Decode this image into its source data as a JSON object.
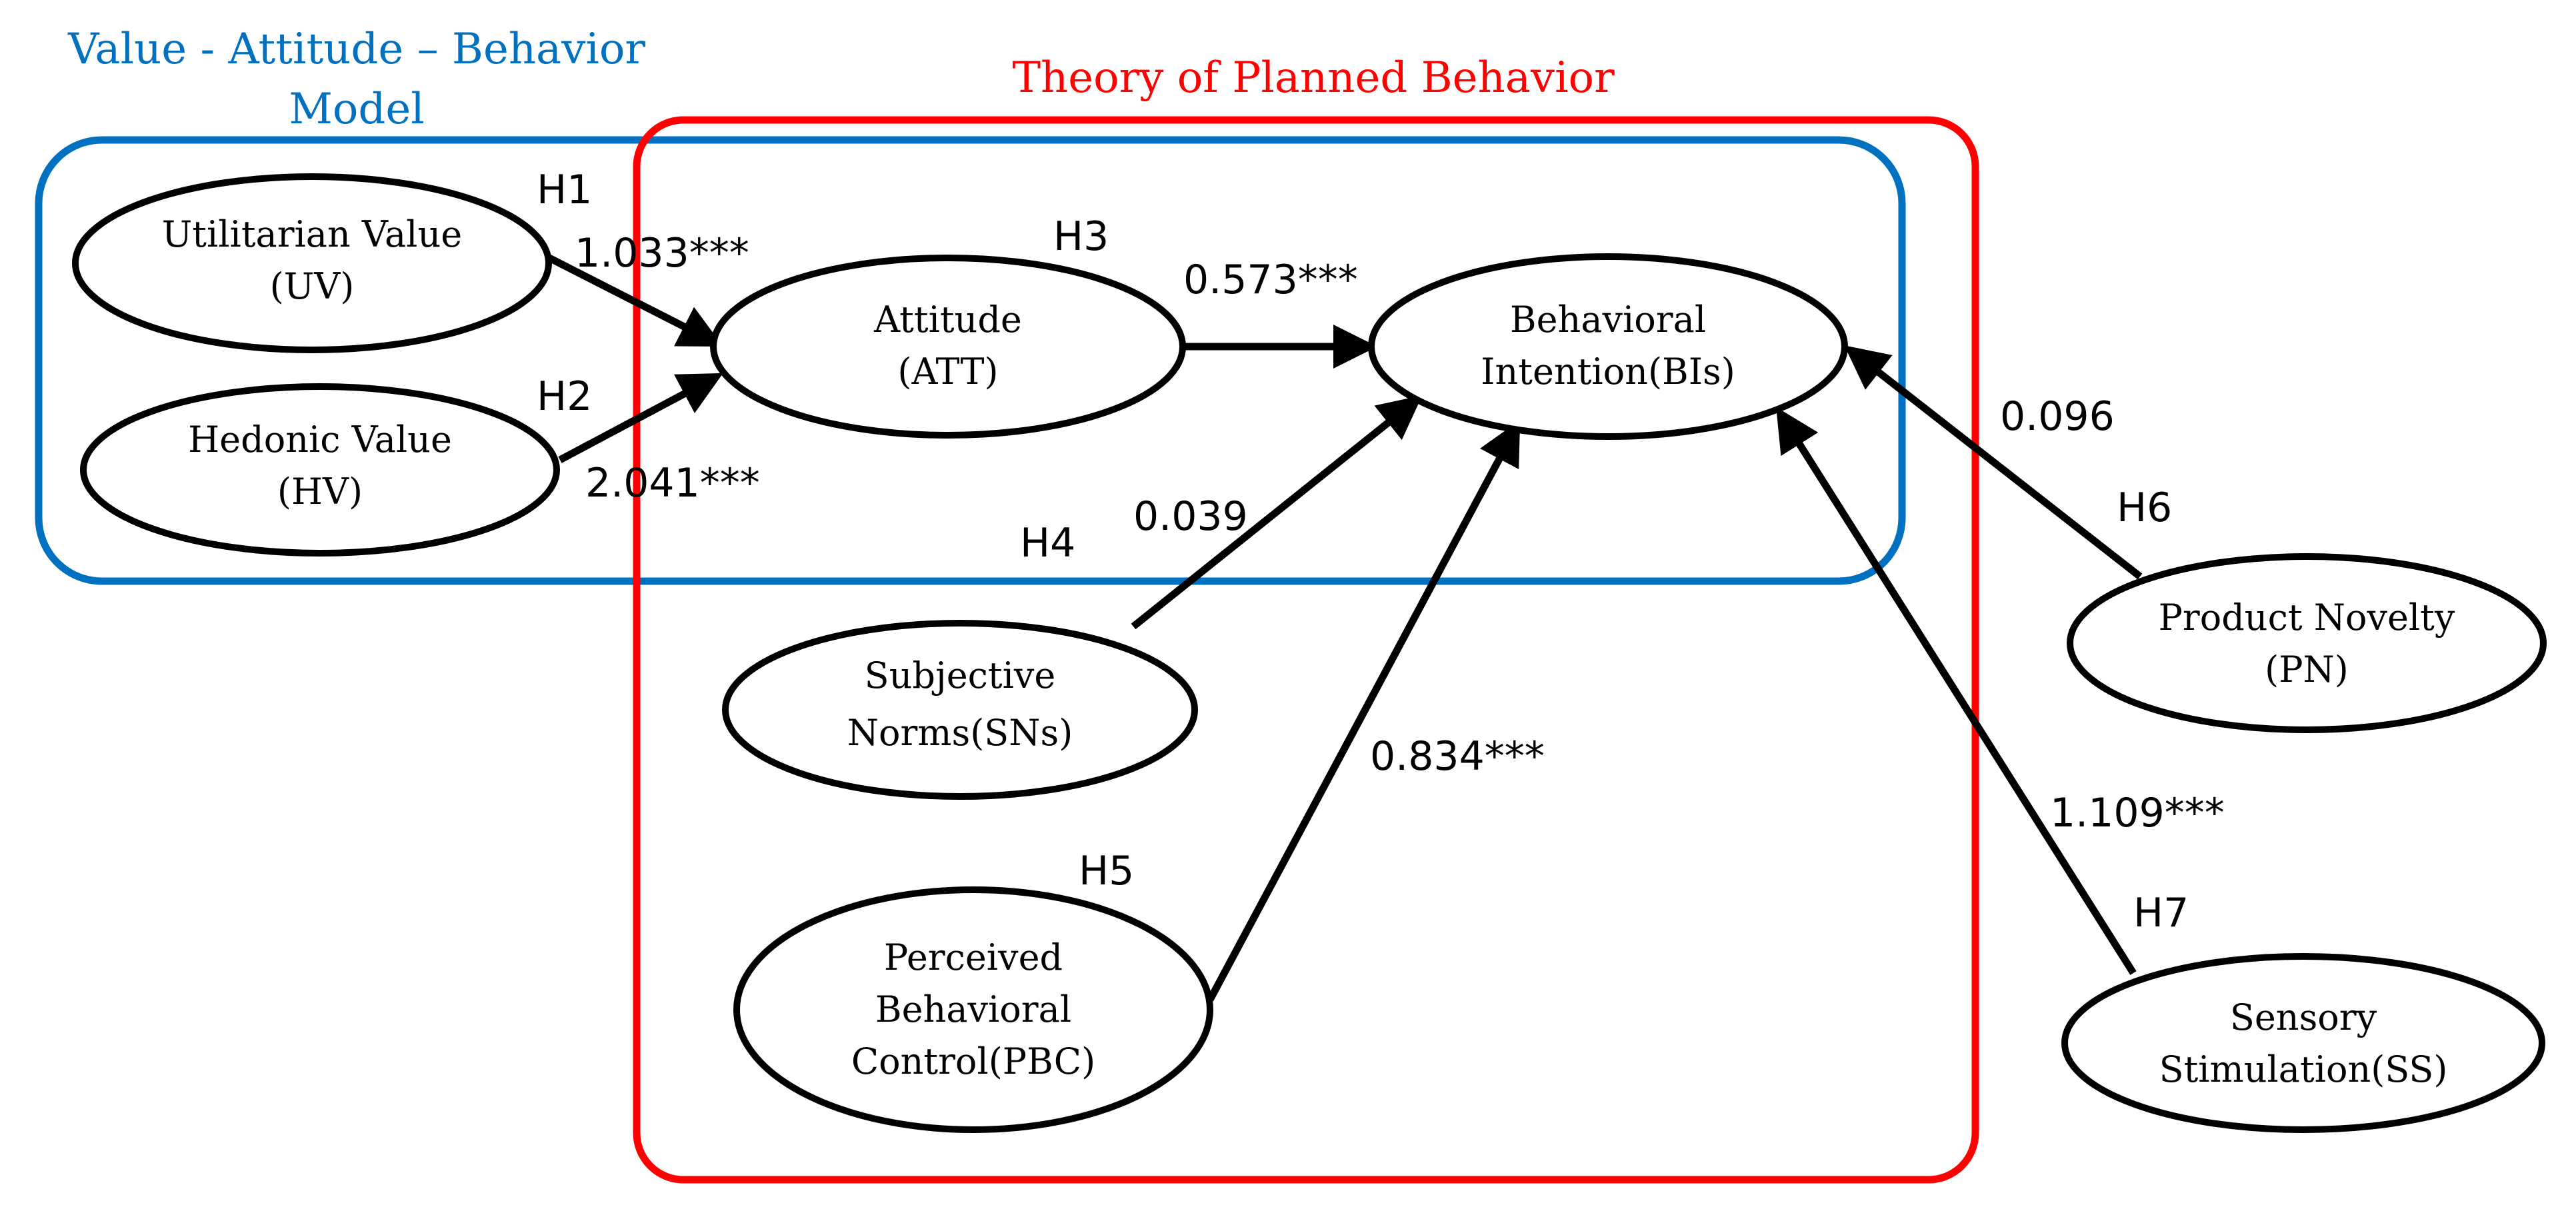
{
  "groups": {
    "vab": {
      "title_line1": "Value - Attitude – Behavior",
      "title_line2": "Model",
      "color": "#0070C0"
    },
    "tpb": {
      "title": "Theory of Planned Behavior",
      "color": "#FF0000"
    }
  },
  "nodes": {
    "uv": {
      "line1": "Utilitarian Value",
      "line2": "(UV)"
    },
    "hv": {
      "line1": "Hedonic Value",
      "line2": "(HV)"
    },
    "att": {
      "line1": "Attitude",
      "line2": "(ATT)"
    },
    "bi": {
      "line1": "Behavioral",
      "line2": "Intention(BIs)"
    },
    "sn": {
      "line1": "Subjective",
      "line2": "Norms(SNs)"
    },
    "pbc": {
      "line1": "Perceived",
      "line2": "Behavioral",
      "line3": "Control(PBC)"
    },
    "pn": {
      "line1": "Product Novelty",
      "line2": "(PN)"
    },
    "ss": {
      "line1": "Sensory",
      "line2": "Stimulation(SS)"
    }
  },
  "paths": {
    "h1": {
      "hypothesis": "H1",
      "coefficient": "1.033***"
    },
    "h2": {
      "hypothesis": "H2",
      "coefficient": "2.041***"
    },
    "h3": {
      "hypothesis": "H3",
      "coefficient": "0.573***"
    },
    "h4": {
      "hypothesis": "H4",
      "coefficient": "0.039"
    },
    "h5": {
      "hypothesis": "H5",
      "coefficient": "0.834***"
    },
    "h6": {
      "hypothesis": "H6",
      "coefficient": "0.096"
    },
    "h7": {
      "hypothesis": "H7",
      "coefficient": "1.109***"
    }
  }
}
